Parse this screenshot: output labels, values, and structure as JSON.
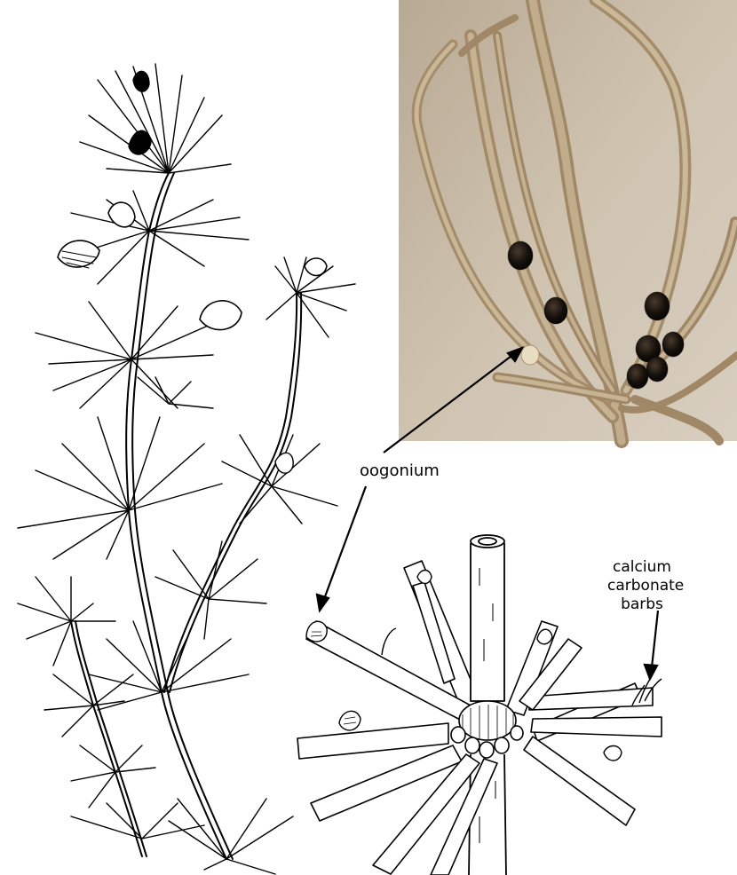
{
  "labels": {
    "oogonium": "oogonium",
    "calcium_lines": [
      "calcium",
      "carbonate",
      "barbs"
    ]
  },
  "panels": {
    "plant_drawing": "line drawing of whorled aquatic plant",
    "photo": "photograph of branch whorl with dark oogonia",
    "node_detail": "line drawing of stem node with whorl of branches"
  },
  "colors": {
    "ink": "#000000",
    "photo_bg": "#c6b8a3",
    "photo_stem": "#b19a78",
    "oogonium_dark": "#1a1410"
  }
}
